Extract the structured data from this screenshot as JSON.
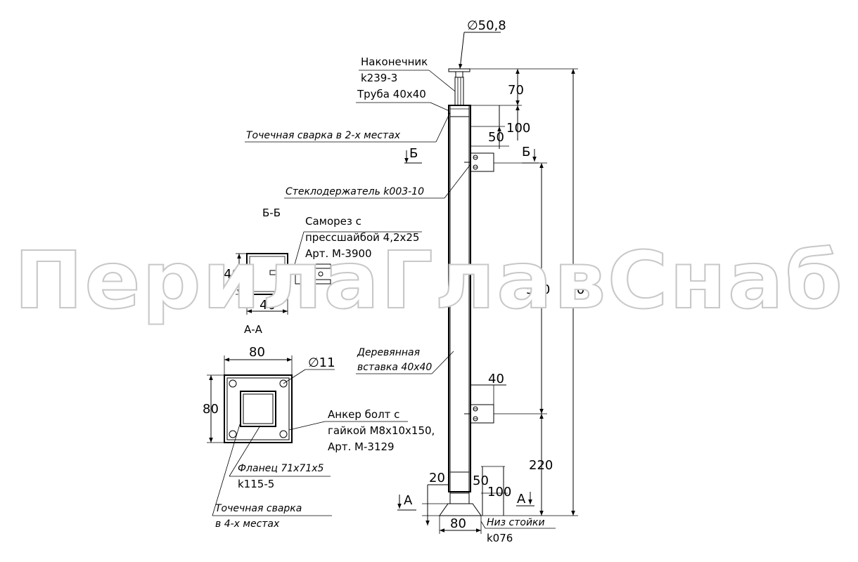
{
  "dims": {
    "d_top": "∅50,8",
    "d70": "70",
    "d100_top": "100",
    "d50_top": "50",
    "d540": "540",
    "d950": "950",
    "d40_side": "40",
    "d220": "220",
    "d20": "20",
    "d50_bot": "50",
    "d100_bot": "100",
    "d80_bot": "80"
  },
  "labels": {
    "tip_1": "Наконечник",
    "tip_2": "k239-3",
    "tube": "Труба 40х40",
    "weld2": "Точечная сварка в 2-х местах",
    "glass_holder": "Стеклодержатель k003-10",
    "wood_1": "Деревянная",
    "wood_2": "вставка 40х40",
    "bottom_1": "Низ стойки",
    "bottom_2": "k076"
  },
  "section_marks": {
    "b_left": "Б",
    "b_right": "Б",
    "a_left": "А",
    "a_right": "А"
  },
  "section_bb": {
    "title": "Б-Б",
    "screw_1": "Саморез с",
    "screw_2": "прессшайбой 4,2х25",
    "screw_3": "Арт. М-3900",
    "dim_h": "40",
    "dim_w": "40"
  },
  "section_aa": {
    "title": "А-А",
    "dim_w": "80",
    "dim_h": "80",
    "hole": "∅11",
    "anchor_1": "Анкер болт с",
    "anchor_2": "гайкой М8х10х150,",
    "anchor_3": "Арт. М-3129",
    "flange_1": "Фланец 71х71х5",
    "flange_2": "k115-5",
    "weld4_1": "Точечная сварка",
    "weld4_2": "в 4-х местах"
  },
  "watermark": "ПерилаГлавСнаб"
}
